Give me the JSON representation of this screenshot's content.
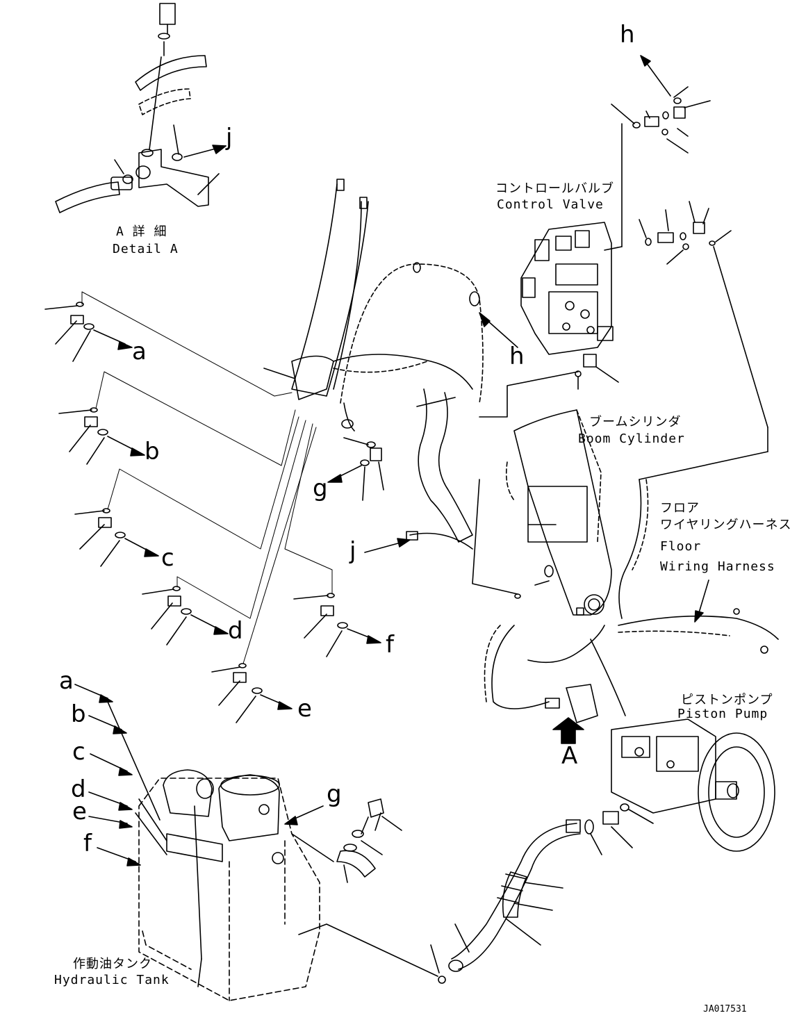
{
  "labels": {
    "detail_a_jp": "A 詳 細",
    "detail_a_en": "Detail A",
    "control_valve_jp": "コントロールバルブ",
    "control_valve_en": "Control Valve",
    "boom_cylinder_jp": "ブームシリンダ",
    "boom_cylinder_en": "Boom Cylinder",
    "floor_jp": "フロア",
    "wiring_harness_jp": "ワイヤリングハーネス",
    "floor_en": "Floor",
    "wiring_harness_en": "Wiring Harness",
    "piston_pump_jp": "ピストンポンプ",
    "piston_pump_en": "Piston Pump",
    "hydraulic_tank_jp": "作動油タンク",
    "hydraulic_tank_en": "Hydraulic Tank",
    "drawing_code": "JA017531"
  },
  "callouts": {
    "a": "a",
    "b": "b",
    "c": "c",
    "d": "d",
    "e": "e",
    "f": "f",
    "g": "g",
    "h": "h",
    "j": "j",
    "A": "A"
  }
}
